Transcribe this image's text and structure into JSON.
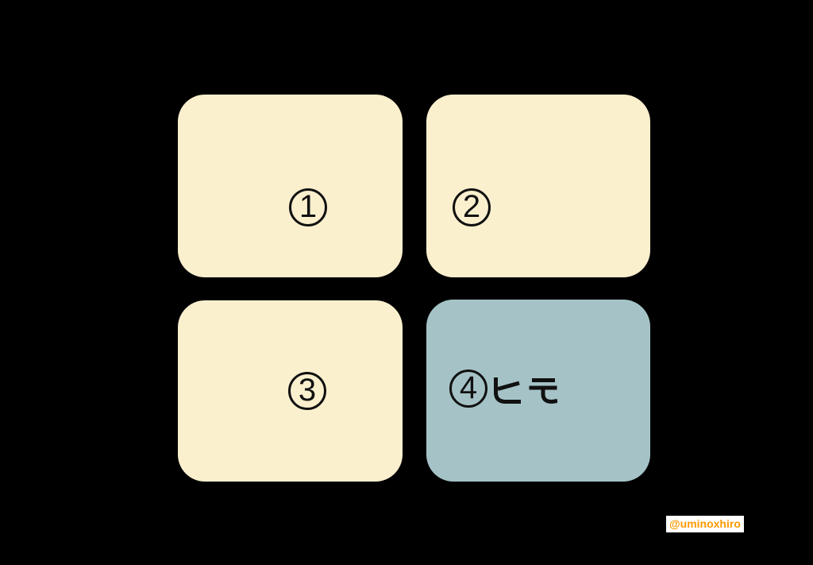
{
  "background": "#000000",
  "ink": "#111111",
  "cards": [
    {
      "label": "①",
      "digit": "1",
      "suffix": "",
      "fill": "#FBF0CE"
    },
    {
      "label": "②",
      "digit": "2",
      "suffix": "",
      "fill": "#FBF0CE"
    },
    {
      "label": "③",
      "digit": "3",
      "suffix": "",
      "fill": "#FBF0CE"
    },
    {
      "label": "④ヒモ",
      "digit": "4",
      "suffix": "ヒモ",
      "fill": "#A5C3C7"
    }
  ],
  "watermark": {
    "text": "@uminoxhiro",
    "color": "#FF9900",
    "background": "#FFFFFF"
  }
}
